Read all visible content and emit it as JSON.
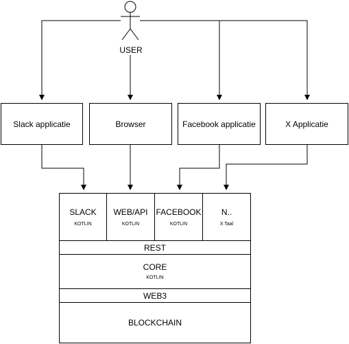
{
  "actor": {
    "label": "USER"
  },
  "apps": [
    {
      "label": "Slack applicatie"
    },
    {
      "label": "Browser"
    },
    {
      "label": "Facebook applicatie"
    },
    {
      "label": "X Applicatie"
    }
  ],
  "modules": [
    {
      "title": "SLACK",
      "lang": "KOTLIN"
    },
    {
      "title": "WEB/API",
      "lang": "KOTLIN"
    },
    {
      "title": "FACEBOOK",
      "lang": "KOTLIN"
    },
    {
      "title": "N..",
      "lang": "X Taal"
    }
  ],
  "layers": {
    "rest": "REST",
    "core": {
      "title": "CORE",
      "lang": "KOTLIN"
    },
    "web3": "WEB3",
    "blockchain": "BLOCKCHAIN"
  }
}
